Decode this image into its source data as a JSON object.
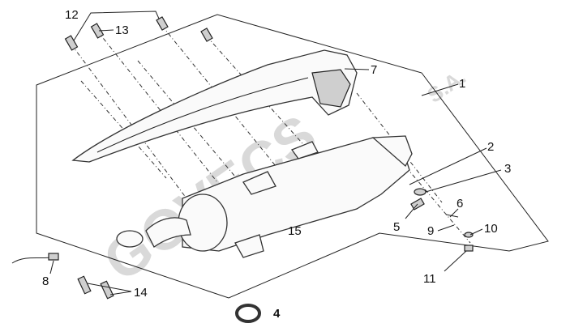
{
  "watermark": {
    "brand": "GOVECS",
    "suffix": "S.A."
  },
  "callouts": [
    "1",
    "2",
    "3",
    "4",
    "5",
    "6",
    "7",
    "8",
    "9",
    "10",
    "11",
    "12",
    "13",
    "14",
    "15"
  ],
  "colors": {
    "line": "#222222",
    "watermark": "#d9d9d9",
    "background": "#ffffff"
  }
}
